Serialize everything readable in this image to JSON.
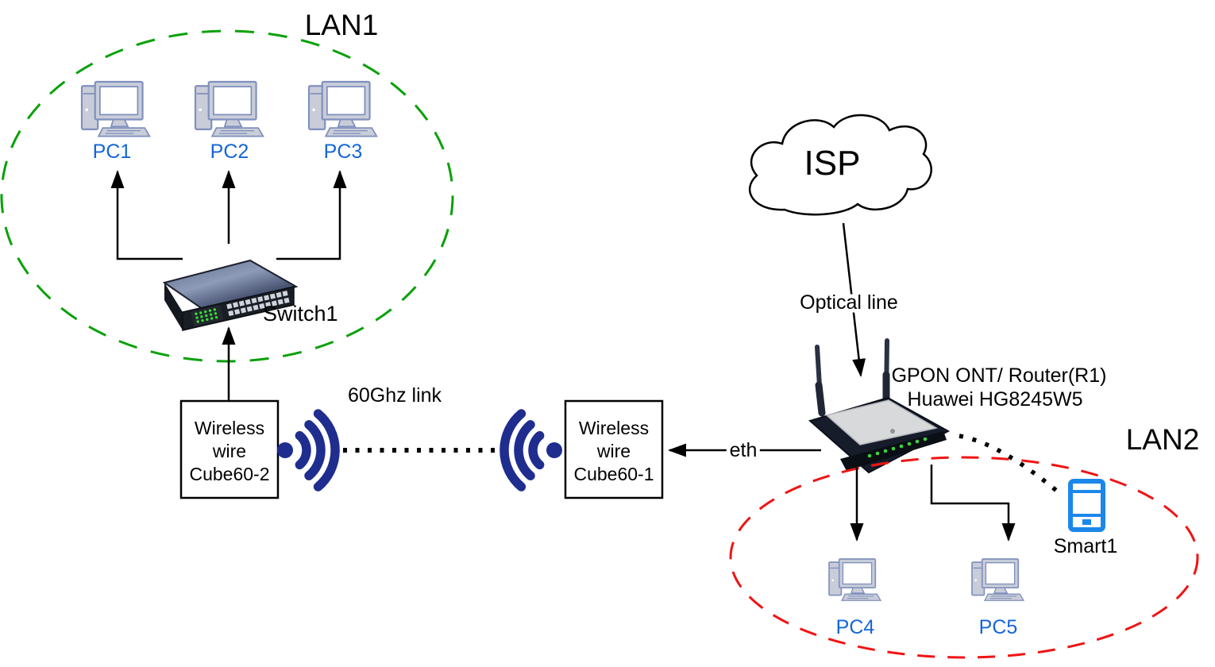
{
  "lan1": {
    "label": "LAN1",
    "pcs": [
      "PC1",
      "PC2",
      "PC3"
    ],
    "switch_label": "Switch1",
    "boundary_color": "#09a109"
  },
  "lan2": {
    "label": "LAN2",
    "pcs": [
      "PC4",
      "PC5"
    ],
    "smartphone_label": "Smart1",
    "boundary_color": "#f01414"
  },
  "isp": {
    "label": "ISP",
    "line_label": "Optical line"
  },
  "router": {
    "title_line1": "GPON ONT/ Router(R1)",
    "title_line2": "Huawei HG8245W5"
  },
  "wireless_bridge": {
    "link_label": "60Ghz link",
    "eth_label": "eth",
    "left_unit": {
      "line1": "Wireless",
      "line2": "wire",
      "line3": "Cube60-2"
    },
    "right_unit": {
      "line1": "Wireless",
      "line2": "wire",
      "line3": "Cube60-1"
    }
  },
  "colors": {
    "lan1_boundary": "#09a109",
    "lan2_boundary": "#f01414",
    "wifi_icon": "#1f2d8f",
    "smartphone_icon": "#1c87ea",
    "pc_label": "#1565d8",
    "arrow": "#000000"
  }
}
